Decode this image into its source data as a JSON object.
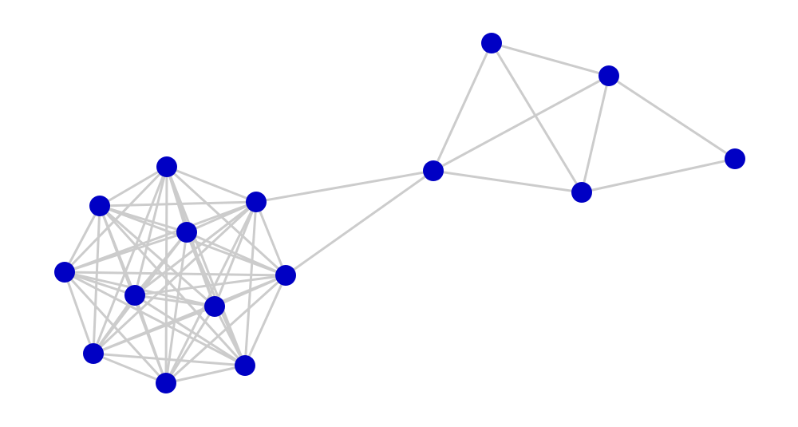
{
  "colors": {
    "background": "#ffffff",
    "node_fill": "#0000c4",
    "edge_stroke": "#cccccc"
  },
  "graph": {
    "nodes": [
      {
        "id": "n0"
      },
      {
        "id": "n1"
      },
      {
        "id": "n2"
      },
      {
        "id": "n3"
      },
      {
        "id": "n4"
      },
      {
        "id": "n5"
      },
      {
        "id": "n6"
      },
      {
        "id": "n7"
      },
      {
        "id": "n8"
      },
      {
        "id": "n9"
      },
      {
        "id": "n10"
      },
      {
        "id": "n11"
      },
      {
        "id": "n12"
      },
      {
        "id": "n13"
      },
      {
        "id": "n14"
      },
      {
        "id": "n15"
      }
    ],
    "edges": [
      [
        "n0",
        "n1"
      ],
      [
        "n0",
        "n2"
      ],
      [
        "n0",
        "n3"
      ],
      [
        "n0",
        "n4"
      ],
      [
        "n0",
        "n5"
      ],
      [
        "n0",
        "n6"
      ],
      [
        "n0",
        "n7"
      ],
      [
        "n0",
        "n8"
      ],
      [
        "n0",
        "n9"
      ],
      [
        "n1",
        "n2"
      ],
      [
        "n1",
        "n3"
      ],
      [
        "n1",
        "n4"
      ],
      [
        "n1",
        "n5"
      ],
      [
        "n1",
        "n6"
      ],
      [
        "n1",
        "n7"
      ],
      [
        "n1",
        "n8"
      ],
      [
        "n1",
        "n9"
      ],
      [
        "n2",
        "n3"
      ],
      [
        "n2",
        "n4"
      ],
      [
        "n2",
        "n5"
      ],
      [
        "n2",
        "n6"
      ],
      [
        "n2",
        "n7"
      ],
      [
        "n2",
        "n8"
      ],
      [
        "n2",
        "n9"
      ],
      [
        "n3",
        "n4"
      ],
      [
        "n3",
        "n5"
      ],
      [
        "n3",
        "n6"
      ],
      [
        "n3",
        "n7"
      ],
      [
        "n3",
        "n8"
      ],
      [
        "n3",
        "n9"
      ],
      [
        "n4",
        "n5"
      ],
      [
        "n4",
        "n6"
      ],
      [
        "n4",
        "n7"
      ],
      [
        "n4",
        "n8"
      ],
      [
        "n4",
        "n9"
      ],
      [
        "n5",
        "n6"
      ],
      [
        "n5",
        "n7"
      ],
      [
        "n5",
        "n8"
      ],
      [
        "n5",
        "n9"
      ],
      [
        "n6",
        "n7"
      ],
      [
        "n6",
        "n8"
      ],
      [
        "n6",
        "n9"
      ],
      [
        "n7",
        "n8"
      ],
      [
        "n7",
        "n9"
      ],
      [
        "n8",
        "n9"
      ],
      [
        "n2",
        "n10"
      ],
      [
        "n4",
        "n10"
      ],
      [
        "n10",
        "n11"
      ],
      [
        "n10",
        "n12"
      ],
      [
        "n10",
        "n13"
      ],
      [
        "n11",
        "n12"
      ],
      [
        "n11",
        "n13"
      ],
      [
        "n12",
        "n13"
      ],
      [
        "n12",
        "n14"
      ],
      [
        "n13",
        "n14"
      ]
    ]
  }
}
